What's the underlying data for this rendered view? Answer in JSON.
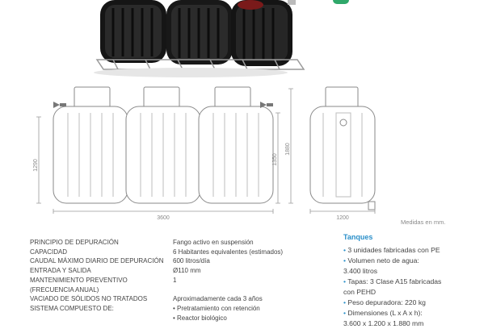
{
  "drawing": {
    "dim_width_front": "3600",
    "dim_height_left": "1290",
    "dim_height_mid": "1350",
    "dim_height_total": "1880",
    "dim_width_side": "1200"
  },
  "measure_note": "Medidas en mm.",
  "specs": [
    {
      "label": "PRINCIPIO DE DEPURACIÓN",
      "value": "Fango activo en suspensión"
    },
    {
      "label": "CAPACIDAD",
      "value": "6 Habitantes equivalentes (estimados)"
    },
    {
      "label": "CAUDAL MÁXIMO DIARIO DE DEPURACIÓN",
      "value": "600 litros/día"
    },
    {
      "label": "ENTRADA Y SALIDA",
      "value": "Ø110 mm"
    },
    {
      "label": "MANTENIMIENTO PREVENTIVO",
      "value": "1"
    },
    {
      "label": "(FRECUENCIA ANUAL)",
      "value": ""
    },
    {
      "label": "VACIADO DE SÓLIDOS NO TRATADOS",
      "value": "Aproximadamente cada 3 años"
    },
    {
      "label": "SISTEMA COMPUESTO DE:",
      "value": "• Pretratamiento con retención"
    },
    {
      "label": "",
      "value": "• Reactor biológico"
    }
  ],
  "tanks": {
    "title": "Tanques",
    "items": [
      "3 unidades fabricadas con PE",
      "Volumen neto de agua:",
      "3.400 litros",
      "Tapas: 3 Clase A15 fabricadas",
      "con PEHD",
      "Peso depuradora: 220 kg",
      "Dimensiones (L x A x h):",
      "3.600 x 1.200 x 1.880 mm"
    ],
    "bullets": [
      true,
      true,
      false,
      true,
      false,
      true,
      true,
      false
    ]
  },
  "colors": {
    "accent": "#2a8fc9",
    "tank": "#1a1a1a",
    "line": "#9a9a9a"
  }
}
